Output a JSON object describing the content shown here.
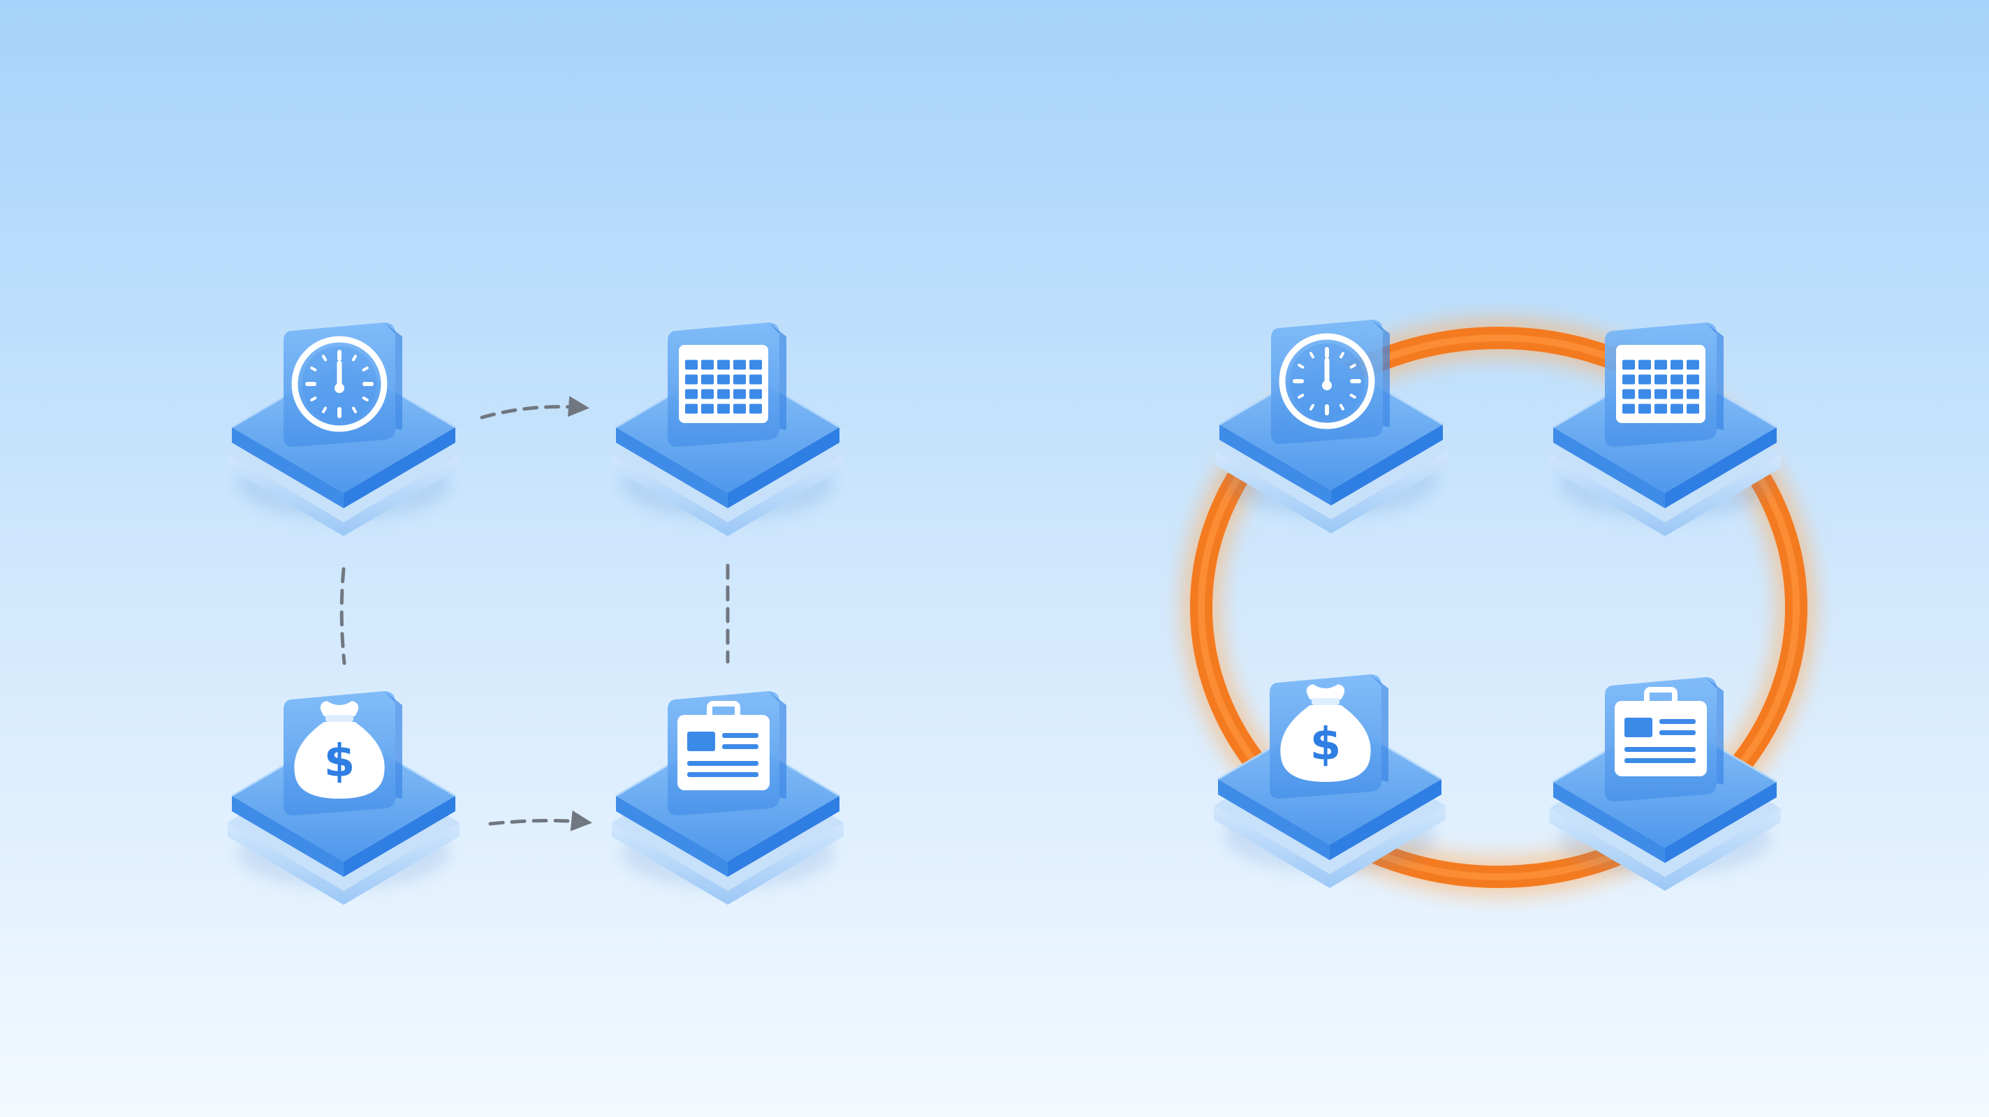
{
  "palette": {
    "background_top": "#a6d3fb",
    "background_bottom": "#f3f9ff",
    "tile_top": "#5aa2f0",
    "tile_top_highlight": "#8cc2f8",
    "tile_side_dark": "#2f7ee3",
    "tile_base": "#b8d9fa",
    "card_front": "#6fb1f6",
    "icon_white": "#ffffff",
    "icon_blue": "#2f7ee3",
    "dashed_arrow": "#707780",
    "cycle_ring": "#f47a20",
    "cycle_glow": "#ffb36b"
  },
  "diagram": {
    "left_group": {
      "name": "disconnected-process",
      "nodes": [
        {
          "id": "time",
          "icon": "clock-icon"
        },
        {
          "id": "schedule",
          "icon": "calendar-grid-icon"
        },
        {
          "id": "cost",
          "icon": "money-bag-icon"
        },
        {
          "id": "resource",
          "icon": "id-card-icon"
        }
      ],
      "connections": [
        {
          "from": "time",
          "to": "schedule",
          "style": "dashed-arrow"
        },
        {
          "from": "time",
          "to": "cost",
          "style": "dashed-line"
        },
        {
          "from": "schedule",
          "to": "resource",
          "style": "dashed-line"
        },
        {
          "from": "cost",
          "to": "resource",
          "style": "dashed-arrow"
        }
      ]
    },
    "right_group": {
      "name": "connected-cycle",
      "nodes": [
        {
          "id": "time",
          "icon": "clock-icon"
        },
        {
          "id": "schedule",
          "icon": "calendar-grid-icon"
        },
        {
          "id": "cost",
          "icon": "money-bag-icon"
        },
        {
          "id": "resource",
          "icon": "id-card-icon"
        }
      ],
      "connection": {
        "style": "continuous-ring"
      }
    }
  }
}
